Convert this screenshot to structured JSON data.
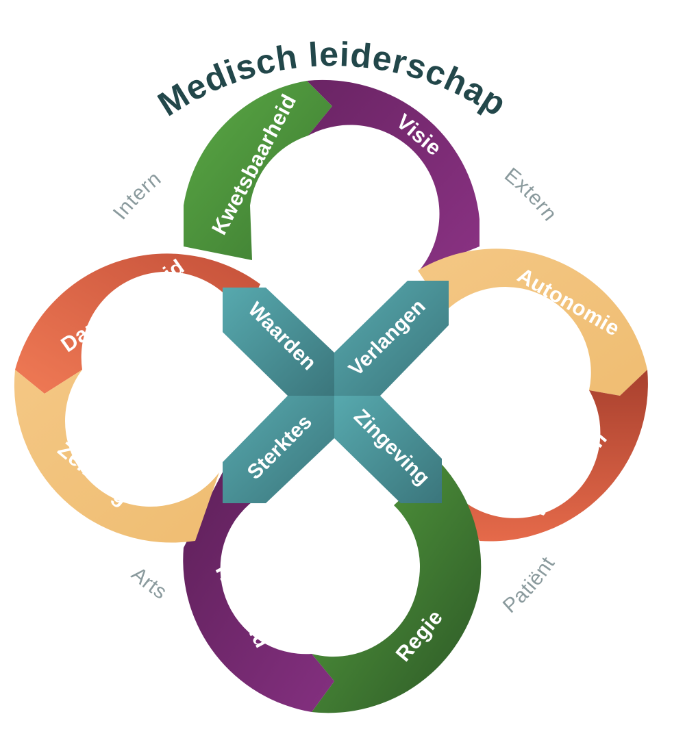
{
  "title": "Medisch leiderschap",
  "side_labels": {
    "intern": "Intern",
    "extern": "Extern",
    "arts": "Arts",
    "patient": "Patiënt"
  },
  "segments": {
    "kwetsbaarheid": "Kwetsbaarheid",
    "visie": "Visie",
    "autonomie": "Autonomie",
    "verbinden": "Verbinden",
    "regie": "Regie",
    "heelheid": "Heelheid",
    "zelfzorg": "Zelfzorg",
    "dankbaarheid": "Dankbaarheid"
  },
  "center": {
    "waarden": "Waarden",
    "verlangen": "Verlangen",
    "sterktes": "Sterktes",
    "zingeving": "Zingeving"
  },
  "colors": {
    "green": "#4e9a3c",
    "green_dark": "#2f5f2a",
    "purple": "#7b2a73",
    "purple_dark": "#5a1f56",
    "orange": "#e8684a",
    "orange_dark": "#b9472f",
    "yellow": "#f2c27b",
    "teal": "#4a969c",
    "teal_dark": "#3a7278",
    "title": "#22474a",
    "side": "#8a9a9d"
  }
}
